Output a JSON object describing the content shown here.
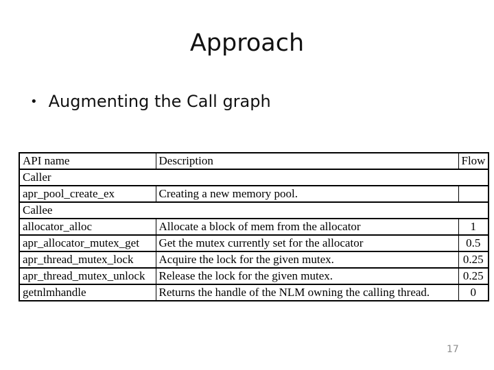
{
  "slide": {
    "title": "Approach",
    "bullet_glyph": "•",
    "bullet_text": "Augmenting the Call graph",
    "page_number": "17"
  },
  "table": {
    "headers": [
      "API name",
      "Description",
      "Flow"
    ],
    "rows": [
      {
        "type": "section",
        "label": "Caller"
      },
      {
        "type": "data",
        "api": "apr_pool_create_ex",
        "description": "Creating a new memory pool.",
        "flow": ""
      },
      {
        "type": "section",
        "label": "Callee"
      },
      {
        "type": "data",
        "api": "allocator_alloc",
        "description": "Allocate a block of mem from the allocator",
        "flow": "1"
      },
      {
        "type": "data",
        "api": "apr_allocator_mutex_get",
        "description": "Get the mutex currently set for the allocator",
        "flow": "0.5"
      },
      {
        "type": "data",
        "api": "apr_thread_mutex_lock",
        "description": "Acquire the lock for the given mutex.",
        "flow": "0.25"
      },
      {
        "type": "data",
        "api": "apr_thread_mutex_unlock",
        "description": "Release the lock for the given mutex.",
        "flow": "0.25"
      },
      {
        "type": "data",
        "api": "getnlmhandle",
        "description": "Returns the handle of the NLM owning the calling thread.",
        "flow": "0"
      }
    ]
  },
  "colors": {
    "background": "#ffffff",
    "text": "#000000",
    "table_border": "#000000",
    "page_number": "#8c8c8c"
  }
}
